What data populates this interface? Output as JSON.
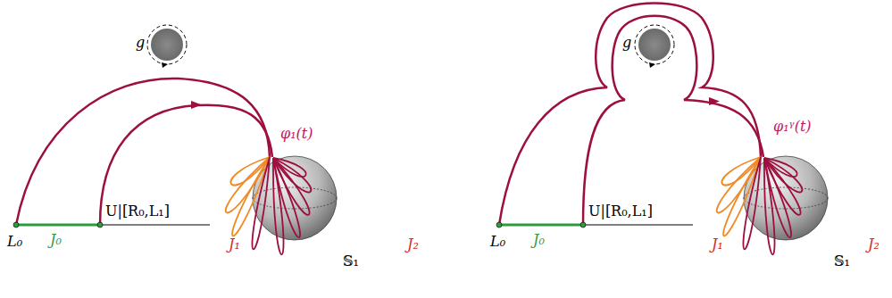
{
  "diagram": {
    "labels": [
      "g",
      "φ₁(t)",
      "L₀",
      "J₀",
      "U|[R₀,L₁]",
      "J₁",
      "𝕊₁",
      "J₂",
      "g",
      "φ₁ᵞ(t)",
      "L₀",
      "J₀",
      "U|[R₀,L₁]",
      "J₁",
      "𝕊₁",
      "J₂"
    ]
  }
}
